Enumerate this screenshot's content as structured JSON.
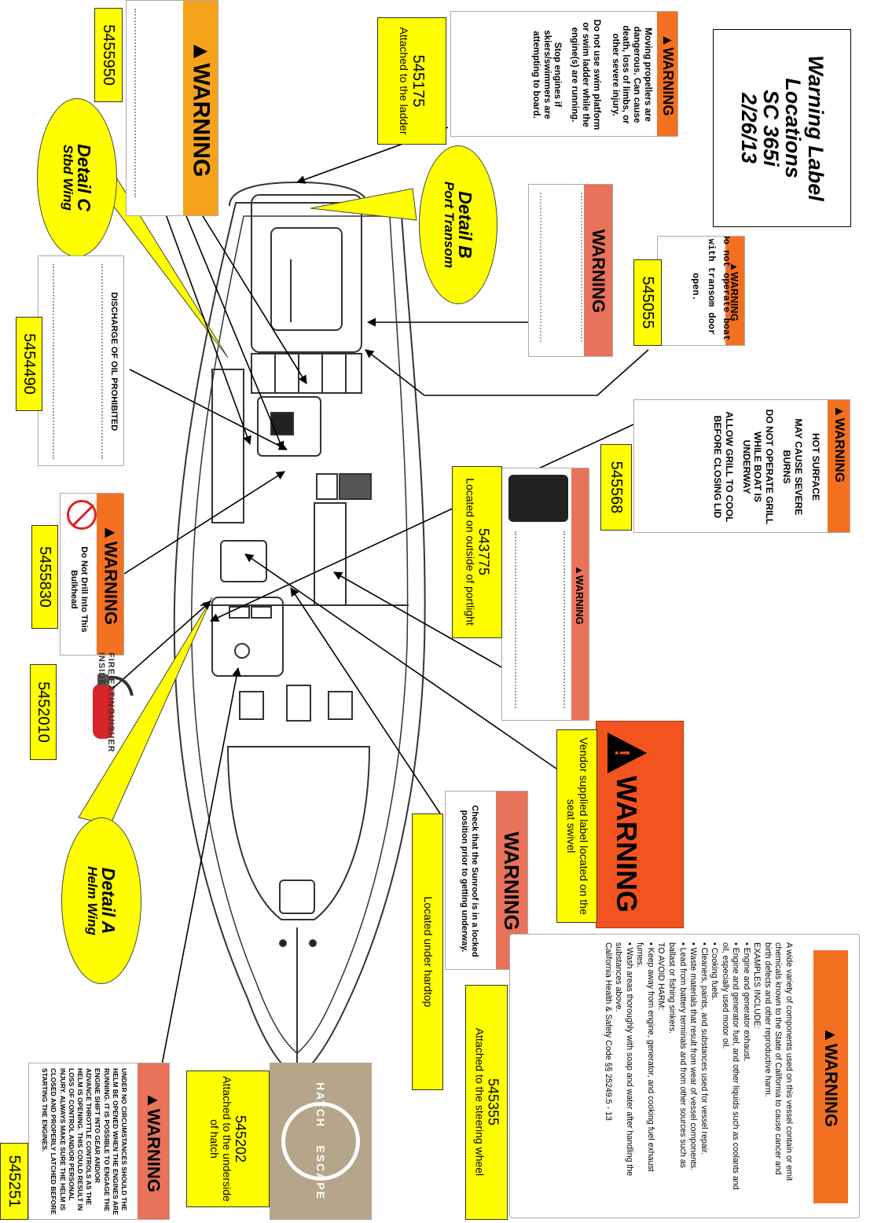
{
  "title": {
    "lines": [
      "Warning Label",
      "Locations",
      "SC 365i",
      "2/26/13"
    ]
  },
  "details": {
    "a": {
      "name": "Detail A",
      "location": "Helm Wing"
    },
    "b": {
      "name": "Detail B",
      "location": "Port Transom"
    },
    "c": {
      "name": "Detail C",
      "location": "Stbd Wing"
    }
  },
  "callouts": {
    "c545175": {
      "number": "545175",
      "caption": "Attached to the ladder"
    },
    "c5455950": {
      "number": "5455950"
    },
    "c545055": {
      "number": "545055"
    },
    "c545568": {
      "number": "545568"
    },
    "c543775": {
      "number": "543775",
      "caption": "Located on outside of portlight"
    },
    "c5454490": {
      "number": "5454490"
    },
    "c5455830": {
      "number": "5455830"
    },
    "c5452010": {
      "number": "5452010"
    },
    "vendor": {
      "caption": "Vendor supplied label located on the seat swivel"
    },
    "hardtop": {
      "caption": "Located under hardtop"
    },
    "c545251": {
      "number": "545251"
    },
    "c545202": {
      "number": "545202",
      "caption": "Attached to the underside of hatch"
    },
    "c545355": {
      "number": "545355",
      "caption": "Attached to the steering wheel"
    }
  },
  "labels": {
    "ladder": {
      "header": "WARNING",
      "lines": [
        "Moving propellers are dangerous. Can cause death, loss of limbs, or other severe injury.",
        "Do not use swim platform or swim ladder while the engine(s) are running.",
        "Stop engines if skiers/swimmers are attempting to board."
      ]
    },
    "fuel": {
      "header": "WARNING"
    },
    "transom": {
      "header": "WARNING"
    },
    "door": {
      "header": "WARNING",
      "text": "Do not operate boat with transom door open."
    },
    "grill": {
      "header": "WARNING",
      "lines": [
        "HOT SURFACE",
        "MAY CAUSE SEVERE BURNS",
        "DO NOT OPERATE GRILL WHILE BOAT IS UNDERWAY",
        "ALLOW GRILL TO COOL BEFORE CLOSING LID"
      ]
    },
    "co": {
      "header": "WARNING"
    },
    "oil": {
      "header": "DISCHARGE OF OIL PROHIBITED"
    },
    "drill": {
      "header": "WARNING",
      "text": "Do Not Drill Into This Bulkhead"
    },
    "extinguisher": {
      "text": "FIRE EXTINGUISHER INSIDE"
    },
    "swivel": {
      "header": "WARNING"
    },
    "sunroof": {
      "header": "WARNING",
      "text": "Check that the Sunroof is in a locked position prior to getting underway."
    },
    "helm": {
      "header": "WARNING",
      "text": "UNDER NO CIRCUMSTANCES SHOULD THE HELM BE OPENED WHEN THE ENGINES ARE RUNNING. IT IS POSSIBLE TO ENGAGE THE ENGINE SHIFT INTO GEAR AND/OR ADVANCE THROTTLE CONTROLS AS THE HELM IS OPENING. THIS COULD RESULT IN LOSS OF CONTROL AND/OR PERSONAL INJURY. ALWAYS MAKE SURE THE HELM IS CLOSED AND PROPERLY LATCHED BEFORE STARTING THE ENGINES."
    },
    "hatch": {
      "text1": "ESCAPE",
      "text2": "HATCH"
    },
    "prop65": {
      "header": "WARNING",
      "lines": [
        "A wide variety of components used on this vessel contain or emit chemicals known to the State of California to cause cancer and birth defects and other reproductive harm.",
        "EXAMPLES INCLUDE:",
        "• Engine and generator exhaust.",
        "• Engine and generator fuel, and other liquids such as coolants and oil, especially used motor oil.",
        "• Cooking fuels.",
        "• Cleaners, paints, and substances used for vessel repair.",
        "• Waste materials that result from wear of vessel components.",
        "• Lead from battery terminals and from other sources such as ballast or fishing sinkers.",
        "TO AVOID HARM:",
        "• Keep away from engine, generator, and cooking fuel exhaust fumes.",
        "• Wash areas thoroughly with soap and water after handling the substances above.",
        "California Health & Safety Code §§ 25249.5 - 13"
      ]
    }
  },
  "colors": {
    "callout_fill": "#ffff00",
    "orange_band": "#f37021",
    "salmon_band": "#e8735a",
    "gold_band": "#f7a21b"
  }
}
